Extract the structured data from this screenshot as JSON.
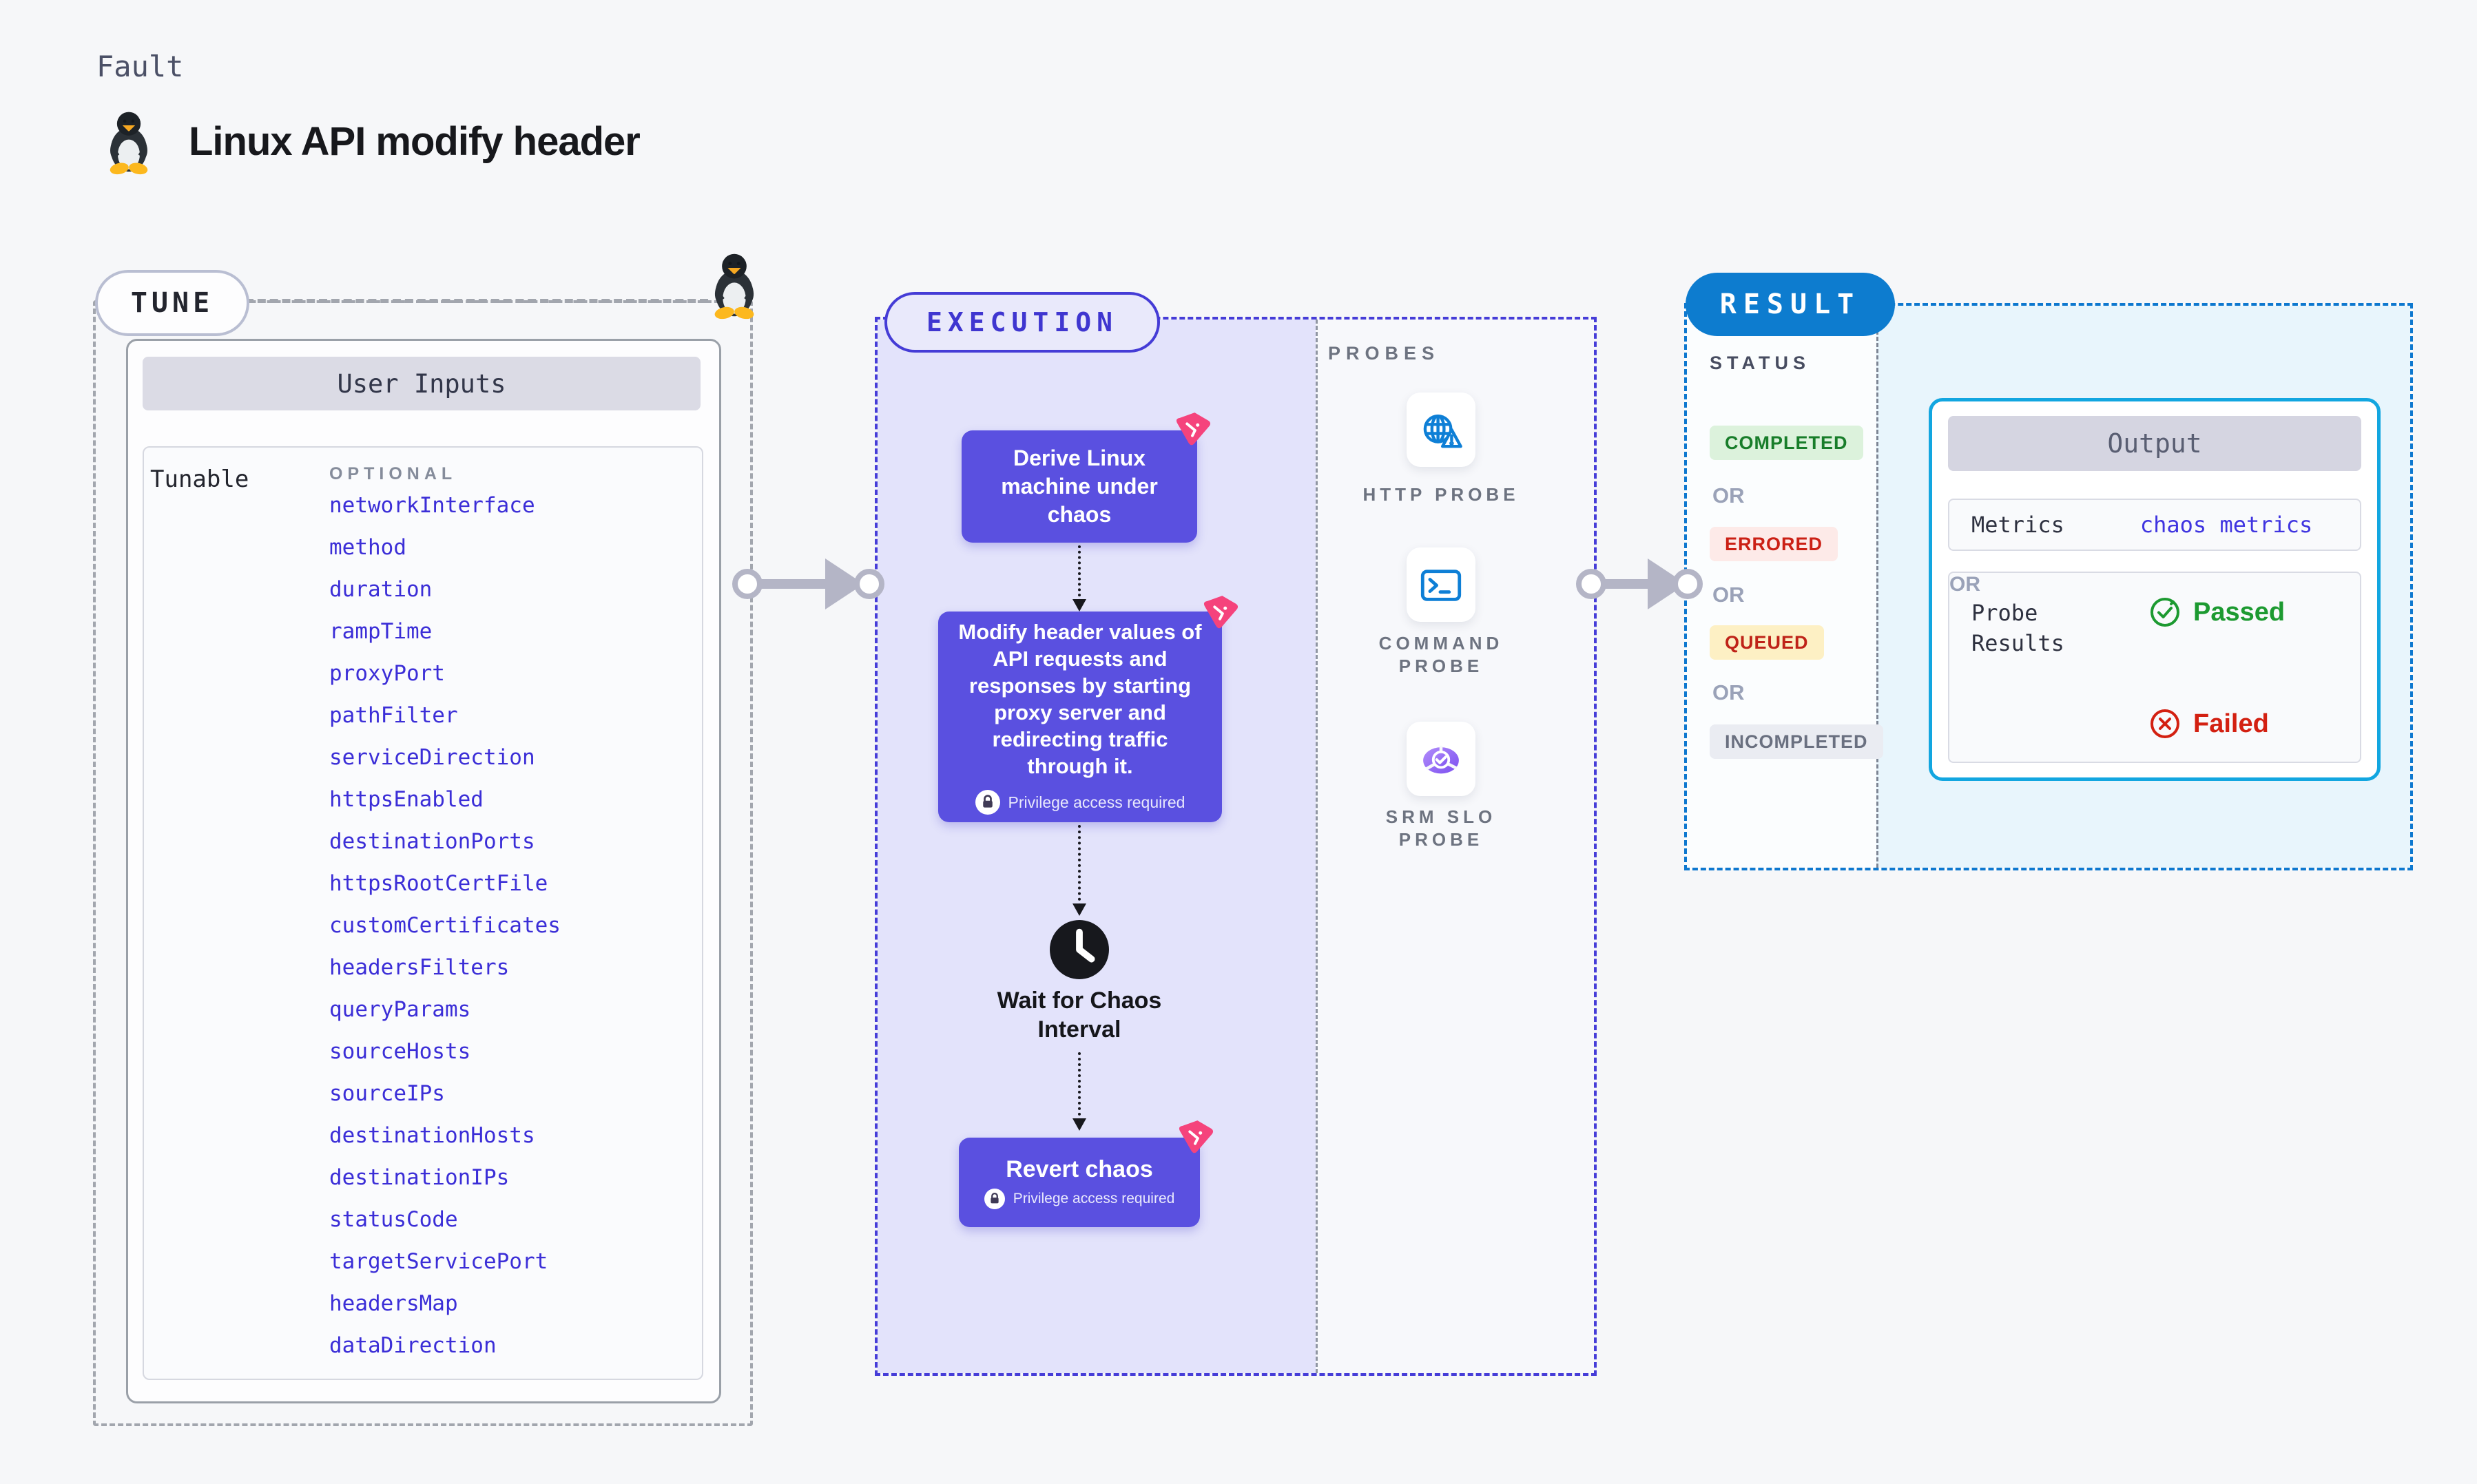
{
  "page": {
    "kicker": "Fault",
    "title": "Linux API modify header"
  },
  "tune": {
    "pill_label": "TUNE",
    "card_title": "User Inputs",
    "tunable_label": "Tunable",
    "optional_label": "OPTIONAL",
    "tunables": [
      "networkInterface",
      "method",
      "duration",
      "rampTime",
      "proxyPort",
      "pathFilter",
      "serviceDirection",
      "httpsEnabled",
      "destinationPorts",
      "httpsRootCertFile",
      "customCertificates",
      "headersFilters",
      "queryParams",
      "sourceHosts",
      "sourceIPs",
      "destinationHosts",
      "destinationIPs",
      "statusCode",
      "targetServicePort",
      "headersMap",
      "dataDirection"
    ]
  },
  "execution": {
    "pill_label": "EXECUTION",
    "node1_label": "Derive Linux machine under chaos",
    "node2_label": "Modify header values of API requests and responses by starting proxy server and redirecting traffic through it.",
    "privilege_label": "Privilege access required",
    "wait_label": "Wait for Chaos Interval",
    "revert_label": "Revert chaos"
  },
  "probes": {
    "section_label": "PROBES",
    "items": [
      {
        "label": "HTTP PROBE",
        "icon": "globe-alert-icon"
      },
      {
        "label": "COMMAND PROBE",
        "icon": "terminal-icon"
      },
      {
        "label": "SRM SLO PROBE",
        "icon": "slo-donut-check-icon"
      }
    ]
  },
  "result": {
    "pill_label": "RESULT",
    "status_label": "STATUS",
    "or_label": "OR",
    "statuses": [
      {
        "label": "COMPLETED",
        "bg": "#dcf2dc",
        "fg": "#187d2a"
      },
      {
        "label": "ERRORED",
        "bg": "#fdeae8",
        "fg": "#cb2015"
      },
      {
        "label": "QUEUED",
        "bg": "#fdf0c4",
        "fg": "#bf2318"
      },
      {
        "label": "INCOMPLETED",
        "bg": "#eaecf2",
        "fg": "#6a7080"
      }
    ],
    "output": {
      "title": "Output",
      "metrics_label": "Metrics",
      "metrics_value": "chaos metrics",
      "probe_results_label": "Probe Results",
      "passed_label": "Passed",
      "or_label": "OR",
      "failed_label": "Failed"
    }
  },
  "colors": {
    "page_bg": "#f6f7f9",
    "link_indigo": "#3b2ed7",
    "node_purple": "#5a50e0",
    "exec_area_bg": "#e3e3fb",
    "exec_dash": "#463dd8",
    "result_blue": "#0d7ccf",
    "output_border_cyan": "#12a6e0",
    "result_cyan_bg": "#e8f5fc",
    "passed_green": "#1d9a31",
    "failed_red": "#d32011",
    "chaos_badge_pink": "#f5437c",
    "probe_icon_blue": "#0e7fd6",
    "arrow_gray": "#b4b5c6"
  }
}
